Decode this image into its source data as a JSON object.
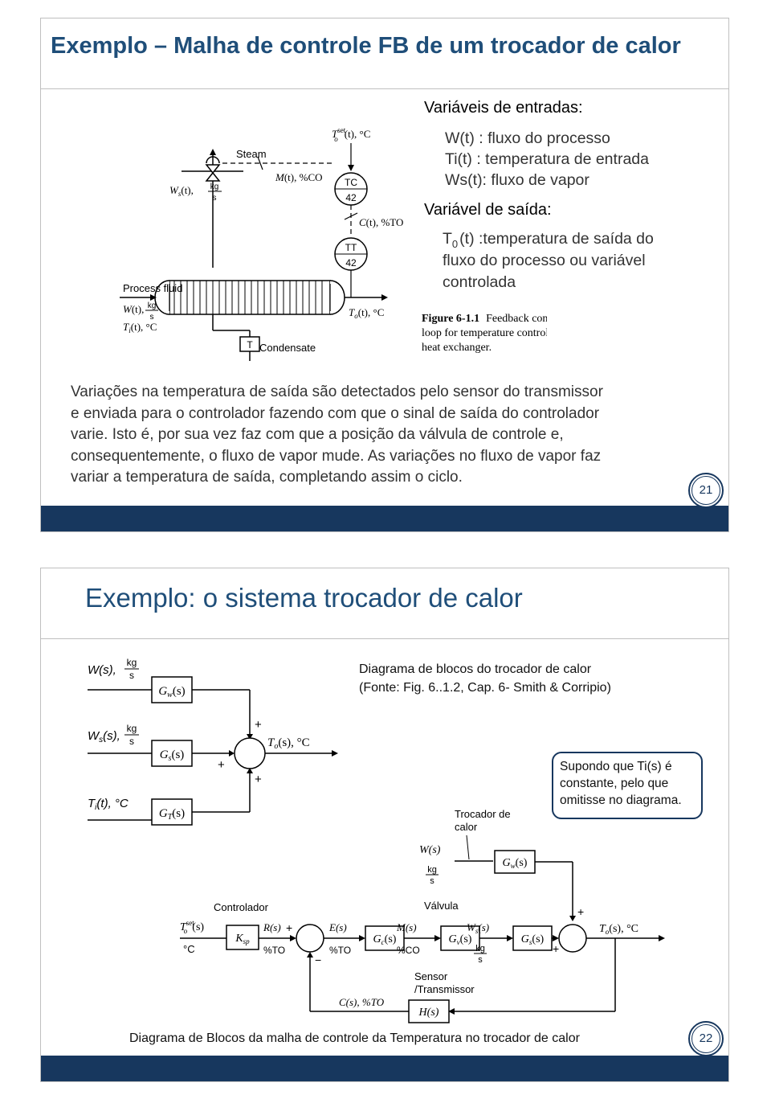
{
  "slide1": {
    "title": "Exemplo – Malha de controle FB de um trocador de calor",
    "inputs_heading": "Variáveis de entradas:",
    "inputs": [
      "W(t)   : fluxo do processo",
      "Ti(t)   : temperatura de entrada",
      "Ws(t): fluxo de vapor"
    ],
    "output_heading": "Variável de saída:",
    "output_lines": [
      "(t) :temperatura de saída do",
      "fluxo do processo ou variável",
      "controlada"
    ],
    "output_symbol": "T",
    "output_symbol_sub": "0",
    "figure": {
      "steam": "Steam",
      "ws_label": "W",
      "ws_rest": "(t),",
      "unit_kg": "kg",
      "unit_s": "s",
      "m_label": "M",
      "m_rest": "(t), %CO",
      "tset_label": "T",
      "tset_sup": "set",
      "tset_sub": "o",
      "tset_rest": "(t), °C",
      "tc_top": "TC",
      "tc_bottom": "42",
      "c_label": "C",
      "c_rest": "(t), %TO",
      "tt_top": "TT",
      "tt_bottom": "42",
      "process_fluid": "Process fluid",
      "w_label": "W",
      "w_rest": "(t),",
      "ti_label": "T",
      "ti_sub": "i",
      "ti_rest": "(t), °C",
      "to_label": "T",
      "to_sub": "o",
      "to_rest": "(t), °C",
      "trap": "T",
      "condensate": "Condensate",
      "caption_bold": "Figure 6-1.1",
      "caption_line1": "Feedback control",
      "caption_line2": "loop for temperature control of a",
      "caption_line3": "heat exchanger."
    },
    "paragraph": [
      "Variações na temperatura de saída são detectados pelo sensor do transmissor",
      "e  enviada para o controlador fazendo com que o sinal de saída do controlador",
      "varie. Isto é, por sua vez faz com que a posição da válvula de controle e,",
      "consequentemente, o fluxo de vapor mude. As variações no fluxo de vapor faz",
      "variar a temperatura de saída, completando assim o ciclo."
    ],
    "page_number": "21"
  },
  "slide2": {
    "title": "Exemplo: o sistema trocador de calor",
    "caption_lines": [
      "Diagrama de blocos do trocador de calor",
      "(Fonte: Fig. 6..1.2, Cap. 6- Smith & Corripio)"
    ],
    "note_lines": [
      "Supondo que Ti(s) é",
      "constante, pelo que",
      "omitisse no diagrama."
    ],
    "top_diagram": {
      "w_label": "W(s),",
      "ws_label": "W",
      "ws_rest": "(s),",
      "ti_label": "T",
      "ti_rest": "(t), °C",
      "unit_kg": "kg",
      "unit_s": "s",
      "gw": "G",
      "gw_sub": "w",
      "gw_rest": "(s)",
      "gs": "G",
      "gs_sub": "s",
      "gs_rest": "(s)",
      "gt": "G",
      "gt_sub": "T",
      "gt_rest": "(s)",
      "out_label": "T",
      "out_sub": "o",
      "out_rest": "(s), °C",
      "plus": "+"
    },
    "bottom_diagram": {
      "trocador_line1": "Trocador de",
      "trocador_line2": "calor",
      "w_label": "W(s)",
      "unit_kg": "kg",
      "unit_s": "s",
      "gw": "G",
      "gw_sub": "w",
      "gw_rest": "(s)",
      "controlador": "Controlador",
      "valvula": "Válvula",
      "tset": "T",
      "tset_sup": "set",
      "tset_sub": "o",
      "tset_rest": "(s)",
      "deg_c": "°C",
      "ksp": "K",
      "ksp_sub": "sp",
      "r_label": "R(s)",
      "pct_to": "%TO",
      "e_label": "E(s)",
      "pct_to2": "%TO",
      "gc": "G",
      "gc_sub": "c",
      "gc_rest": "(s)",
      "m_label": "M(s)",
      "pct_co": "%CO",
      "gv": "G",
      "gv_sub": "v",
      "gv_rest": "(s)",
      "ws_label": "W",
      "ws_sub": "s",
      "ws_rest": "(s)",
      "gs": "G",
      "gs_sub": "s",
      "gs_rest": "(s)",
      "out_label": "T",
      "out_sub": "o",
      "out_rest": "(s), °C",
      "sensor_line1": "Sensor",
      "sensor_line2": "/Transmissor",
      "c_label": "C(s), %TO",
      "h_label": "H(s)",
      "plus": "+",
      "minus": "−"
    },
    "footer_caption": "Diagrama de Blocos da malha de controle da Temperatura no trocador de calor",
    "page_number": "22"
  }
}
